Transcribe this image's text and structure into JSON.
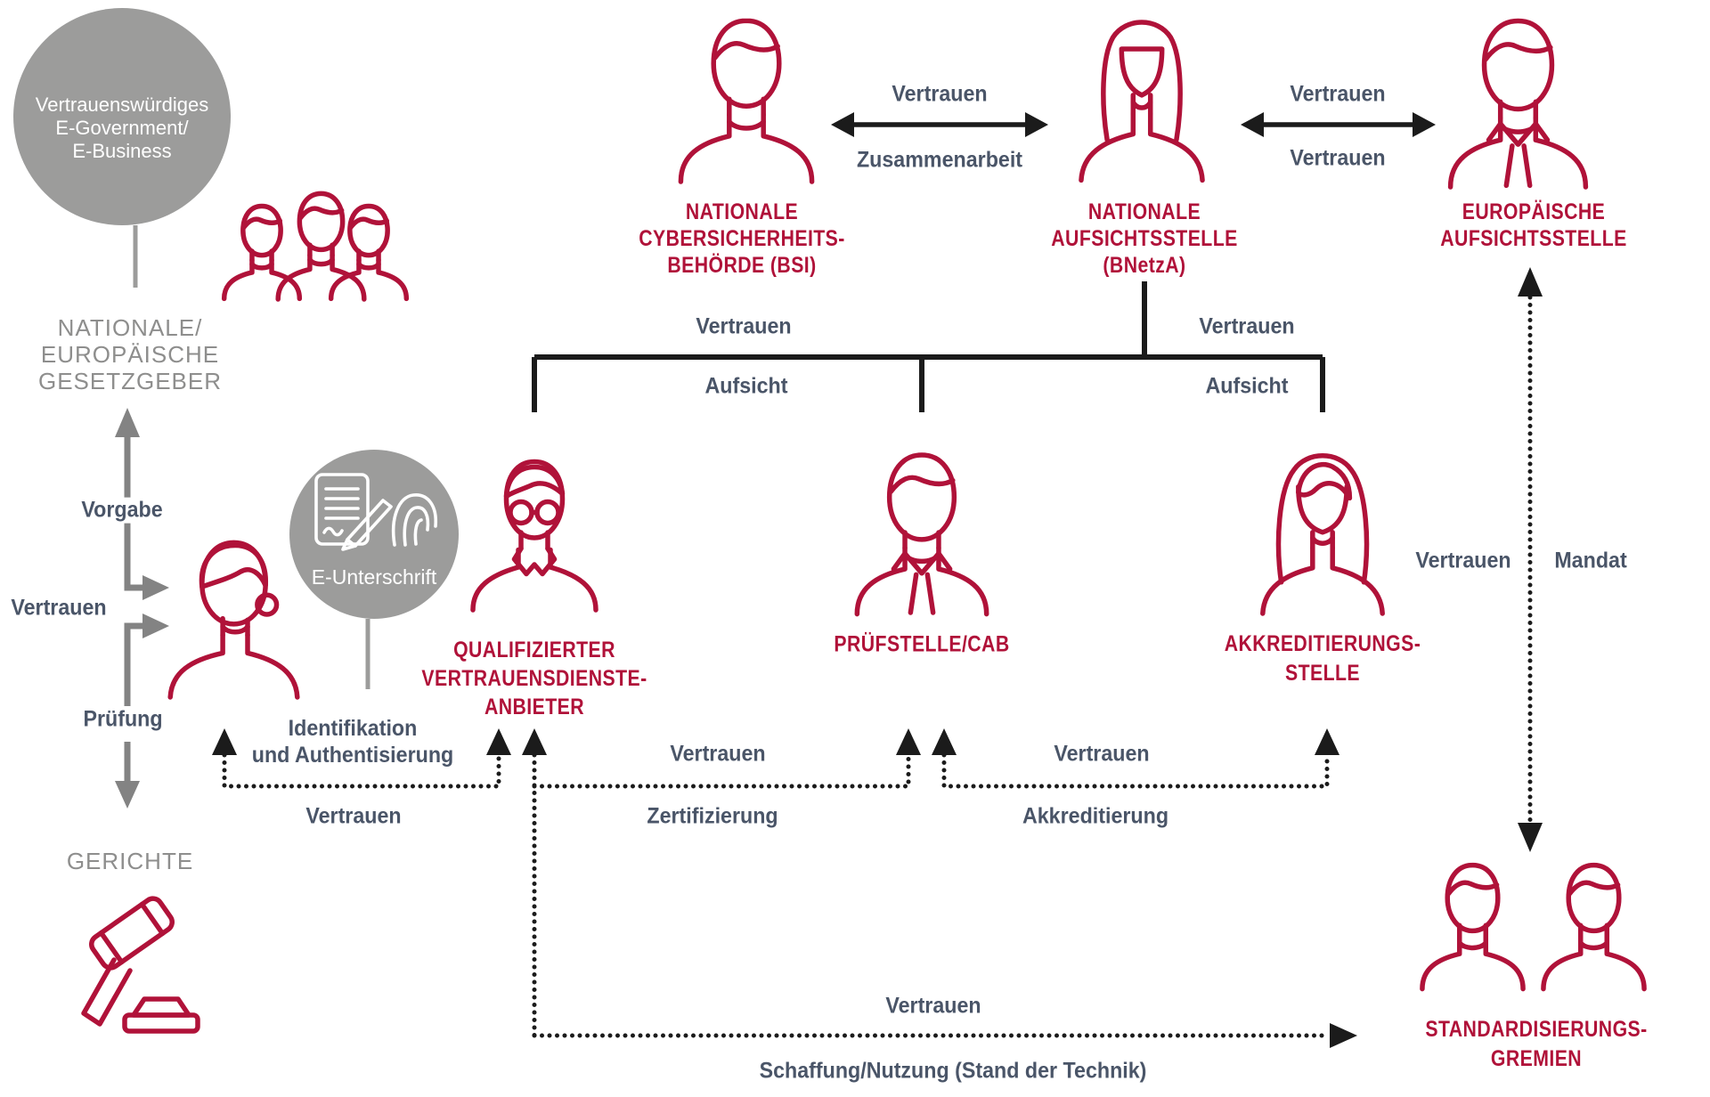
{
  "colors": {
    "accent_red": "#B01239",
    "circle_gray": "#9C9C9B",
    "gray_text": "#8E8E8D",
    "dark_label": "#4A5568",
    "line_black": "#1B1B1B",
    "arrow_gray": "#838383"
  },
  "bubble_egov": {
    "lines": [
      "Vertrauenswürdiges",
      "E-Government/",
      "E-Business"
    ]
  },
  "legislator": {
    "label": [
      "NATIONALE/",
      "EUROPÄISCHE",
      "GESETZGEBER"
    ]
  },
  "left_flow": {
    "vorgabe": "Vorgabe",
    "vertrauen": "Vertrauen",
    "pruefung": "Prüfung",
    "gerichte": "GERICHTE"
  },
  "esign": {
    "label": "E-Unterschrift"
  },
  "user_links": {
    "ident_l1": "Identifikation",
    "ident_l2": "und Authentisierung",
    "vertrauen": "Vertrauen"
  },
  "bsi": {
    "label": [
      "NATIONALE",
      "CYBERSICHERHEITS-",
      "BEHÖRDE (BSI)"
    ]
  },
  "bnetza": {
    "label": [
      "NATIONALE",
      "AUFSICHTSSTELLE",
      "(BNetzA)"
    ]
  },
  "eu_supervisor": {
    "label": [
      "EUROPÄISCHE",
      "AUFSICHTSSTELLE"
    ]
  },
  "arrow_bsi_bnetza": {
    "above": "Vertrauen",
    "below": "Zusammenarbeit"
  },
  "arrow_bnetza_eu": {
    "above": "Vertrauen",
    "below": "Vertrauen"
  },
  "tree": {
    "vertrauen_left": "Vertrauen",
    "aufsicht_left": "Aufsicht",
    "vertrauen_right": "Vertrauen",
    "aufsicht_right": "Aufsicht"
  },
  "qvda": {
    "label": [
      "QUALIFIZIERTER",
      "VERTRAUENSDIENSTE-",
      "ANBIETER"
    ]
  },
  "cab": {
    "label": "PRÜFSTELLE/CAB"
  },
  "accreditation": {
    "label": [
      "AKKREDITIERUNGS-",
      "STELLE"
    ]
  },
  "link_zert": {
    "above": "Vertrauen",
    "below": "Zertifizierung"
  },
  "link_akkr": {
    "above": "Vertrauen",
    "below": "Akkreditierung"
  },
  "link_mandate": {
    "left": "Vertrauen",
    "right": "Mandat"
  },
  "link_standards": {
    "above": "Vertrauen",
    "below": "Schaffung/Nutzung (Stand der Technik)"
  },
  "standards_bodies": {
    "label": [
      "STANDARDISIERUNGS-",
      "GREMIEN"
    ]
  }
}
